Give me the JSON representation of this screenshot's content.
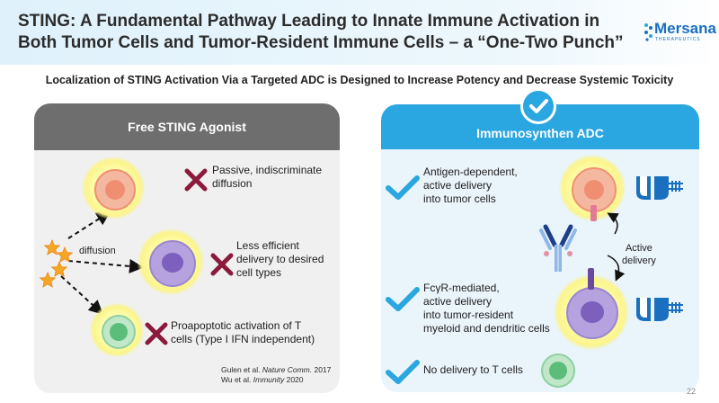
{
  "header": {
    "title_line1": "STING: A Fundamental Pathway Leading to Innate Immune Activation in",
    "title_line2": "Both Tumor Cells and Tumor-Resident Immune Cells – a “One-Two Punch”",
    "logo_name": "Mersana",
    "logo_sub": "THERAPEUTICS"
  },
  "subtitle": "Localization of STING Activation Via a Targeted ADC is Designed to Increase Potency and Decrease Systemic Toxicity",
  "left_panel": {
    "heading": "Free STING Agonist",
    "diffusion_label": "diffusion",
    "items": [
      {
        "line1": "Passive, indiscriminate",
        "line2": "diffusion",
        "line3": ""
      },
      {
        "line1": "Less efficient",
        "line2": "delivery to desired",
        "line3": "cell types"
      },
      {
        "line1": "Proapoptotic activation of T",
        "line2": "cells (Type I IFN independent)",
        "line3": ""
      }
    ],
    "ref1_pre": "Gulen et al. ",
    "ref1_journal": "Nature Comm.",
    "ref1_post": " 2017",
    "ref2_pre": "Wu et al. ",
    "ref2_journal": "Immunity",
    "ref2_post": " 2020"
  },
  "right_panel": {
    "heading": "Immunosynthen ADC",
    "items": [
      {
        "line1": "Antigen-dependent,",
        "line2": "active delivery",
        "line3": "into tumor cells",
        "line4": ""
      },
      {
        "line1": "FcγR-mediated,",
        "line2": "active delivery",
        "line3": "into tumor-resident",
        "line4": "myeloid and dendritic cells"
      },
      {
        "line1": "No delivery to T cells",
        "line2": "",
        "line3": "",
        "line4": ""
      }
    ],
    "active_delivery_line1": "Active",
    "active_delivery_line2": "delivery"
  },
  "page_number": "22",
  "colors": {
    "accent_blue": "#2aa6e0",
    "cross_red": "#8b1a3c",
    "check_blue": "#2aa6e0",
    "brand_blue": "#1a6fbf"
  }
}
